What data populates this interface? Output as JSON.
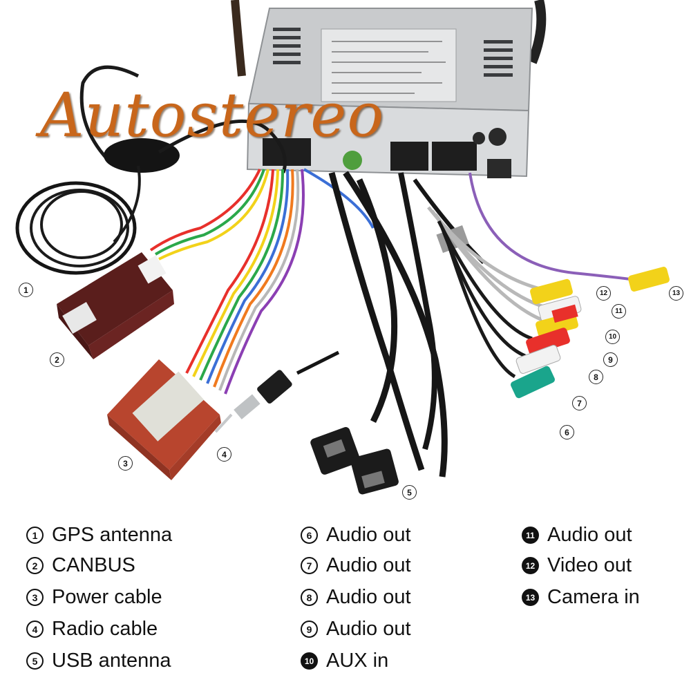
{
  "brand": "Autostereo",
  "callouts": [
    "1",
    "2",
    "3",
    "4",
    "5",
    "6",
    "7",
    "8",
    "9",
    "10",
    "11",
    "12",
    "13"
  ],
  "legend": [
    {
      "num": "1",
      "label": "GPS antenna"
    },
    {
      "num": "2",
      "label": "CANBUS"
    },
    {
      "num": "3",
      "label": "Power cable"
    },
    {
      "num": "4",
      "label": "Radio cable"
    },
    {
      "num": "5",
      "label": "USB antenna"
    },
    {
      "num": "6",
      "label": "Audio out"
    },
    {
      "num": "7",
      "label": "Audio out"
    },
    {
      "num": "8",
      "label": "Audio out"
    },
    {
      "num": "9",
      "label": "Audio out"
    },
    {
      "num": "10",
      "label": "AUX in"
    },
    {
      "num": "11",
      "label": "Audio out"
    },
    {
      "num": "12",
      "label": "Video out"
    },
    {
      "num": "13",
      "label": "Camera in"
    }
  ],
  "colors": {
    "brand": "#c8661b",
    "canbus_box": "#6b2422",
    "power_box": "#b8452e",
    "unit_silver": "#c9cbcd",
    "rca_yellow": "#f2d21a",
    "rca_red": "#e8302b",
    "rca_white": "#f2f2f2",
    "rca_green": "#1aa58c"
  }
}
